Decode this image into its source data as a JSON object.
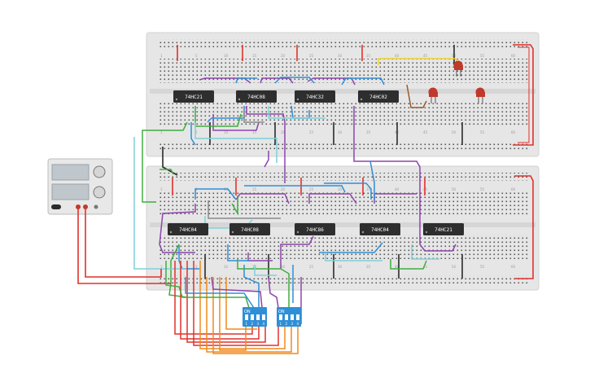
{
  "chips_top": [
    "74HC21",
    "74HC08",
    "74HC32",
    "74HC02"
  ],
  "chips_bottom": [
    "74HC04",
    "74HC08",
    "74HC86",
    "74HC04",
    "74HC21"
  ],
  "dip_switch": {
    "on_label": "ON",
    "positions": [
      "1",
      "2",
      "3",
      "4"
    ]
  },
  "breadboard_columns_top": [
    "1",
    "5",
    "10",
    "15",
    "20",
    "25",
    "30",
    "35",
    "40",
    "45",
    "50",
    "55",
    "60"
  ],
  "breadboard_columns_bottom": [
    "1",
    "5",
    "10",
    "15",
    "20",
    "25",
    "30",
    "35",
    "40",
    "45",
    "50",
    "55",
    "60"
  ],
  "wire_colors": {
    "red": "#e0312b",
    "black": "#2b2b2b",
    "purple": "#8e44ad",
    "blue": "#2e8fd8",
    "green": "#3fae3f",
    "orange": "#f08a1c",
    "yellow": "#e8d52c",
    "brown": "#9a5b2a",
    "cyan": "#7fd0d8",
    "led": "#c0392b"
  }
}
